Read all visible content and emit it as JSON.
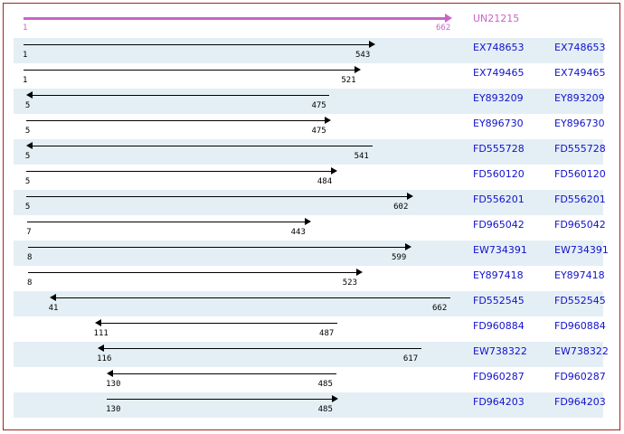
{
  "meta": {
    "border_color": "#a32222",
    "band_color": "#e4eff5",
    "query_color": "#c964c9",
    "hit_color": "#1111cc",
    "axis_start": 1,
    "axis_end": 662
  },
  "query": {
    "label": "UN21215",
    "start": 1,
    "end": 662,
    "start_text": "1",
    "end_text": "662",
    "strand": "plus"
  },
  "hits": [
    {
      "id": "EX748653",
      "id2": "EX748653",
      "start": 1,
      "end": 543,
      "start_text": "1",
      "end_text": "543",
      "strand": "plus",
      "shaded": true
    },
    {
      "id": "EX749465",
      "id2": "EX749465",
      "start": 1,
      "end": 521,
      "start_text": "1",
      "end_text": "521",
      "strand": "plus",
      "shaded": false
    },
    {
      "id": "EY893209",
      "id2": "EY893209",
      "start": 5,
      "end": 475,
      "start_text": "5",
      "end_text": "475",
      "strand": "minus",
      "shaded": true
    },
    {
      "id": "EY896730",
      "id2": "EY896730",
      "start": 5,
      "end": 475,
      "start_text": "5",
      "end_text": "475",
      "strand": "plus",
      "shaded": false
    },
    {
      "id": "FD555728",
      "id2": "FD555728",
      "start": 5,
      "end": 541,
      "start_text": "5",
      "end_text": "541",
      "strand": "minus",
      "shaded": true
    },
    {
      "id": "FD560120",
      "id2": "FD560120",
      "start": 5,
      "end": 484,
      "start_text": "5",
      "end_text": "484",
      "strand": "plus",
      "shaded": false
    },
    {
      "id": "FD556201",
      "id2": "FD556201",
      "start": 5,
      "end": 602,
      "start_text": "5",
      "end_text": "602",
      "strand": "plus",
      "shaded": true
    },
    {
      "id": "FD965042",
      "id2": "FD965042",
      "start": 7,
      "end": 443,
      "start_text": "7",
      "end_text": "443",
      "strand": "plus",
      "shaded": false
    },
    {
      "id": "EW734391",
      "id2": "EW734391",
      "start": 8,
      "end": 599,
      "start_text": "8",
      "end_text": "599",
      "strand": "plus",
      "shaded": true
    },
    {
      "id": "EY897418",
      "id2": "EY897418",
      "start": 8,
      "end": 523,
      "start_text": "8",
      "end_text": "523",
      "strand": "plus",
      "shaded": false
    },
    {
      "id": "FD552545",
      "id2": "FD552545",
      "start": 41,
      "end": 662,
      "start_text": "41",
      "end_text": "662",
      "strand": "minus",
      "shaded": true
    },
    {
      "id": "FD960884",
      "id2": "FD960884",
      "start": 111,
      "end": 487,
      "start_text": "111",
      "end_text": "487",
      "strand": "minus",
      "shaded": false
    },
    {
      "id": "EW738322",
      "id2": "EW738322",
      "start": 116,
      "end": 617,
      "start_text": "116",
      "end_text": "617",
      "strand": "minus",
      "shaded": true
    },
    {
      "id": "FD960287",
      "id2": "FD960287",
      "start": 130,
      "end": 485,
      "start_text": "130",
      "end_text": "485",
      "strand": "minus",
      "shaded": false
    },
    {
      "id": "FD964203",
      "id2": "FD964203",
      "start": 130,
      "end": 485,
      "start_text": "130",
      "end_text": "485",
      "strand": "plus",
      "shaded": true
    }
  ]
}
